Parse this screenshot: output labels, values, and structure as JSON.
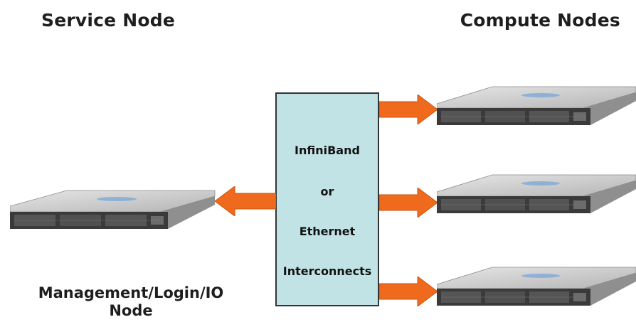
{
  "headings": {
    "service_node": "Service Node",
    "compute_nodes": "Compute Nodes"
  },
  "management_node_label_line1": "Management/Login/IO",
  "management_node_label_line2": "Node",
  "interconnect": {
    "line1": "InfiniBand",
    "line2": "or",
    "line3": "Ethernet",
    "line4": "Interconnects"
  },
  "colors": {
    "switch_fill": "#c2e3e6",
    "arrow_fill": "#f06a1d",
    "server_body": "#c8c8c8"
  }
}
